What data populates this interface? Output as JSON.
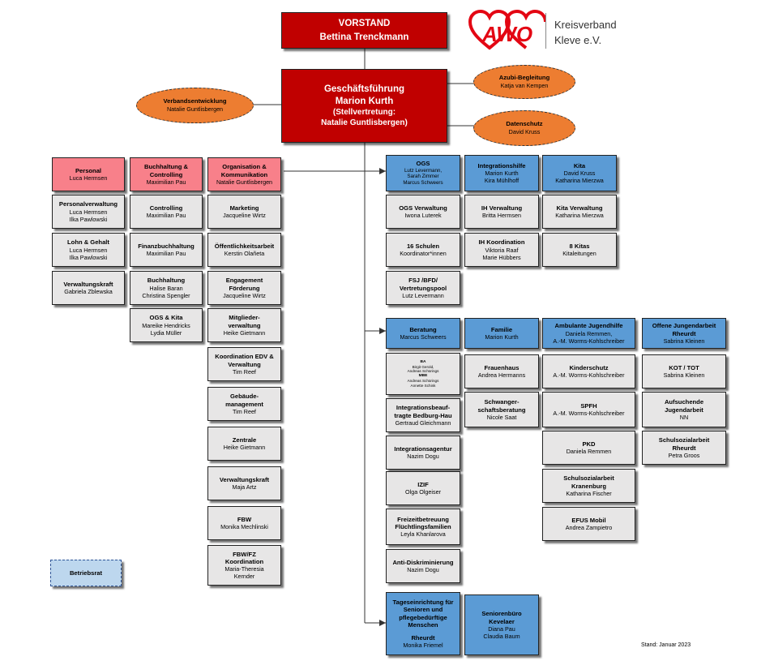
{
  "brand": {
    "logo_text": "AWO",
    "line1": "Kreisverband",
    "line2": "Kleve e.V.",
    "colors": {
      "red": "#c00000",
      "orange": "#ed7d31",
      "blue": "#5b9bd5",
      "pink": "#f8808a",
      "grey": "#e7e6e6"
    }
  },
  "top": {
    "vorstand_title": "VORSTAND",
    "vorstand_name": "Bettina Trenckmann",
    "gf_title": "Geschäftsführung",
    "gf_name": "Marion Kurth",
    "gf_deputy_label": "(Stellvertretung:",
    "gf_deputy_name": "Natalie Guntlisbergen)"
  },
  "ovals": {
    "verband": {
      "title": "Verbandsentwicklung",
      "name": "Natalie Guntlisbergen"
    },
    "azubi": {
      "title": "Azubi-Begleitung",
      "name": "Katja van Kempen"
    },
    "datenschutz": {
      "title": "Datenschutz",
      "name": "David Kruss"
    }
  },
  "col1": {
    "personal": {
      "title": "Personal",
      "name": "Luca  Hermsen"
    },
    "personalverwaltung": {
      "title": "Personalverwaltung",
      "name1": "Luca  Hermsen",
      "name2": "Ilka Pawlowski"
    },
    "lohn": {
      "title": "Lohn & Gehalt",
      "name1": "Luca  Hermsen",
      "name2": "Ilka Pawlowski"
    },
    "verwaltungskraft": {
      "title": "Verwaltungskraft",
      "name": "Gabriela Zblewska"
    },
    "betriebsrat": {
      "title": "Betriebsrat"
    }
  },
  "col2": {
    "buchhaltung_controlling": {
      "title1": "Buchhaltung &",
      "title2": "Controlling",
      "name": "Maximilian Pau"
    },
    "controlling": {
      "title": "Controlling",
      "name": "Maximilian Pau"
    },
    "finanzbuchhaltung": {
      "title": "Finanzbuchhaltung",
      "name": "Maximilian Pau"
    },
    "buchhaltung": {
      "title": "Buchhaltung",
      "name1": "Halise Baran",
      "name2": "Christina Spengler"
    },
    "ogs_kita": {
      "title": "OGS & Kita",
      "name1": "Mareike Hendricks",
      "name2": "Lydia Müller"
    }
  },
  "col3": {
    "organisation": {
      "title1": "Organisation &",
      "title2": "Kommunikation",
      "name": "Natalie Guntlisbergen"
    },
    "marketing": {
      "title": "Marketing",
      "name": "Jacqueline Wirtz"
    },
    "oeffentlichkeit": {
      "title": "Öffentlichkeitsarbeit",
      "name": "Kerstin Olañeta"
    },
    "engagement": {
      "title1": "Engagement",
      "title2": "Förderung",
      "name": "Jacqueline Wirtz"
    },
    "mitglieder": {
      "title1": "Mitglieder-",
      "title2": "verwaltung",
      "name": "Heike Gietmann"
    },
    "koordination_edv": {
      "title1": "Koordination EDV &",
      "title2": "Verwaltung",
      "name": "Tim Reef"
    },
    "gebaeude": {
      "title1": "Gebäude-",
      "title2": "management",
      "name": "Tim Reef"
    },
    "zentrale": {
      "title": "Zentrale",
      "name": "Heike Gietmann"
    },
    "verwaltungskraft": {
      "title": "Verwaltungskraft",
      "name": "Maja Artz"
    },
    "fbw": {
      "title": "FBW",
      "name": "Monika Mechlinski"
    },
    "fbw_fz": {
      "title1": "FBW/FZ",
      "title2": "Koordination",
      "name1": "Maria-Theresia",
      "name2": "Kernder"
    }
  },
  "col4": {
    "ogs": {
      "title": "OGS",
      "name1": "Lutz Levermann,",
      "name2": "Sarah Zimmer",
      "name3": "Marcus Schweers"
    },
    "ogs_verwaltung": {
      "title": "OGS Verwaltung",
      "name": "Iwona Luterek"
    },
    "schulen": {
      "title": "16 Schulen",
      "name": "Koordinator*innen"
    },
    "fsj": {
      "title1": "FSJ /BFD/",
      "title2": "Vertretungspool",
      "name": "Lutz Levermann"
    },
    "beratung": {
      "title": "Beratung",
      "name": "Marcus Schweers"
    },
    "ba_mbe": {
      "ba": "BA",
      "ba1": "Birgit Gerold,",
      "ba2": "Andreas Schürings",
      "mbe": "MBE",
      "mbe1": "Andreas Schürings",
      "mbe2": "Annette Schink"
    },
    "integrationsbeauftragte": {
      "title1": "Integrationsbeauf-",
      "title2": "tragte Bedburg-Hau",
      "name": "Gertraud Gleichmann"
    },
    "integrationsagentur": {
      "title": "Integrationsagentur",
      "name": "Nazim Dogu"
    },
    "izif": {
      "title": "IZIF",
      "name": "Olga Olgeiser"
    },
    "freizeit": {
      "title1": "Freizeitbetreuung",
      "title2": "Flüchtlingsfamilien",
      "name": "Leyla Khanlarova"
    },
    "anti": {
      "title": "Anti-Diskriminierung",
      "name": "Nazim Dogu"
    },
    "tageseinrichtung": {
      "title1": "Tageseinrichtung für",
      "title2": "Senioren und",
      "title3": "pflegebedürftige",
      "title4": "Menschen",
      "place": "Rheurdt",
      "name": "Monika Friemel"
    }
  },
  "col5": {
    "integrationshilfe": {
      "title": "Integrationshilfe",
      "name1": "Marion Kurth",
      "name2": "Kira Mühlhoff"
    },
    "ih_verwaltung": {
      "title": "IH Verwaltung",
      "name": "Britta Hermsen"
    },
    "ih_koordination": {
      "title": "IH Koordination",
      "name1": "Viktoria Raaf",
      "name2": "Marie Hübbers"
    },
    "familie": {
      "title": "Familie",
      "name": "Marion Kurth"
    },
    "frauenhaus": {
      "title": "Frauenhaus",
      "name": "Andrea Hermanns"
    },
    "schwangerschaft": {
      "title1": "Schwanger-",
      "title2": "schaftsberatung",
      "name": "Nicole Saat"
    },
    "seniorenbuero": {
      "title1": "Seniorenbüro",
      "title2": "Kevelaer",
      "name1": "Diana Pau",
      "name2": "Claudia Baum"
    }
  },
  "col6": {
    "kita": {
      "title": "Kita",
      "name1": "David Kruss",
      "name2": "Katharina Mierzwa"
    },
    "kita_verwaltung": {
      "title": "Kita Verwaltung",
      "name": "Katharina Mierzwa"
    },
    "kitas": {
      "title": "8 Kitas",
      "name": "Kitaleitungen"
    },
    "ambulante": {
      "title": "Ambulante Jugendhilfe",
      "name1": "Daniela Remmen,",
      "name2": "A.-M. Worms-Kohlschreiber"
    },
    "kinderschutz": {
      "title": "Kinderschutz",
      "name": "A.-M. Worms-Kohlschreiber"
    },
    "spfh": {
      "title": "SPFH",
      "name": "A.-M. Worms-Kohlschreiber"
    },
    "pkd": {
      "title": "PKD",
      "name": "Daniela Remmen"
    },
    "schulsozial_kranenburg": {
      "title1": "Schulsozialarbeit",
      "title2": "Kranenburg",
      "name": "Katharina Fischer"
    },
    "efus": {
      "title": "EFUS Mobil",
      "name": "Andrea Zampietro"
    }
  },
  "col7": {
    "offene": {
      "title1": "Offene Jungendarbeit",
      "title2": "Rheurdt",
      "name": "Sabrina Kleinen"
    },
    "kot": {
      "title": "KOT / TOT",
      "name": "Sabrina Kleinen"
    },
    "aufsuchende": {
      "title1": "Aufsuchende",
      "title2": "Jugendarbeit",
      "name": "NN"
    },
    "schulsozial_rheurdt": {
      "title1": "Schulsozialarbeit",
      "title2": "Rheurdt",
      "name": "Petra Groos"
    }
  },
  "footer": {
    "stand": "Stand: Januar 2023"
  }
}
